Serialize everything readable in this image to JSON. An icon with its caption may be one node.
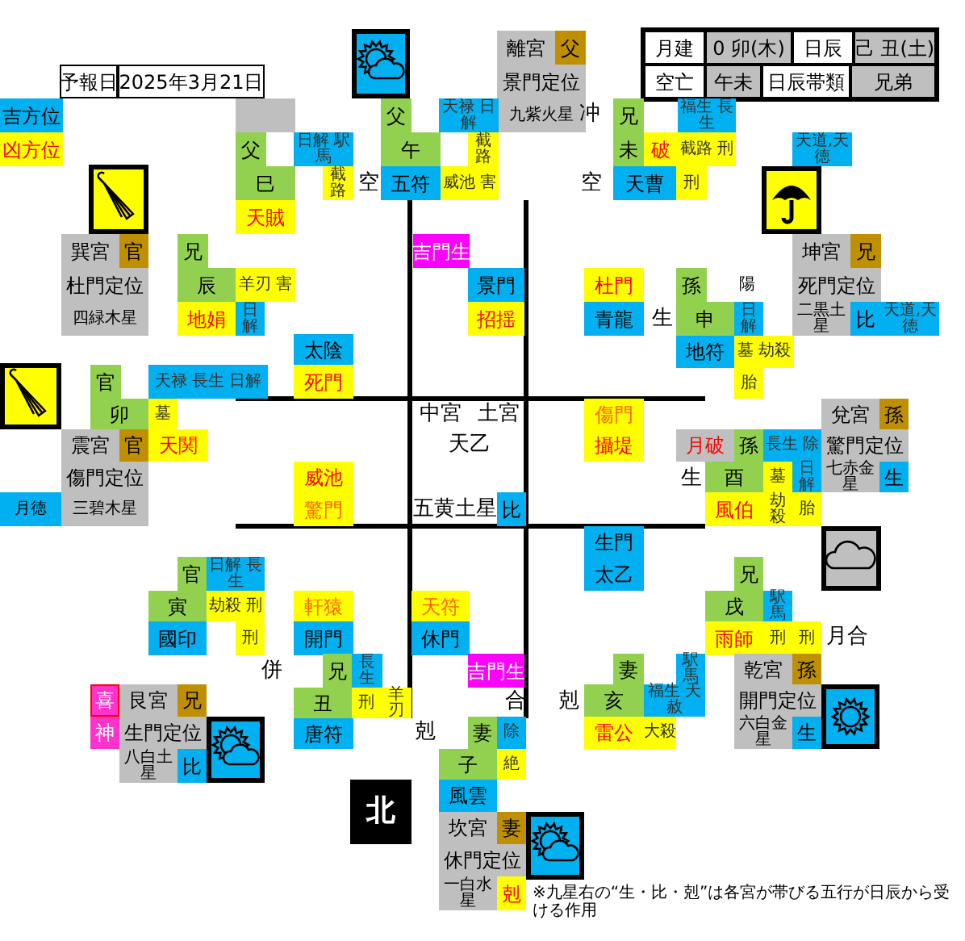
{
  "diagram": {
    "nodes": [
      {
        "text": [
          "予報日"
        ]
      },
      {
        "text": [
          "2025年3月21日"
        ]
      },
      {
        "text": [
          "月建"
        ]
      },
      {
        "text": [
          "0 卯(木)"
        ]
      },
      {
        "text": [
          "日辰"
        ]
      },
      {
        "text": [
          "己 丑(土)"
        ]
      },
      {
        "text": [
          "空亡"
        ]
      },
      {
        "text": [
          "午未"
        ]
      },
      {
        "text": [
          "日辰帯類"
        ]
      },
      {
        "text": [
          "兄弟"
        ]
      },
      {
        "text": [
          "離宮"
        ]
      },
      {
        "text": [
          "父"
        ]
      },
      {
        "text": [
          "景門定位"
        ]
      },
      {
        "text": [
          "九紫火星"
        ]
      },
      {
        "text": [
          "父"
        ]
      },
      {
        "text": [
          "天禄 日解"
        ]
      },
      {
        "text": [
          "午"
        ]
      },
      {
        "text": [
          "截路"
        ]
      },
      {
        "text": [
          "五符"
        ]
      },
      {
        "text": [
          "威池 害"
        ]
      },
      {
        "text": [
          "兄"
        ]
      },
      {
        "text": [
          "福生 長生"
        ]
      },
      {
        "text": [
          "未"
        ]
      },
      {
        "text": [
          "破"
        ]
      },
      {
        "text": [
          "截路 刑"
        ]
      },
      {
        "text": [
          "天曹"
        ]
      },
      {
        "text": [
          "刑"
        ]
      },
      {
        "text": [
          "吉方位"
        ]
      },
      {
        "text": [
          "凶方位"
        ]
      },
      {
        "text": [
          "父"
        ]
      },
      {
        "text": [
          "日解 駅馬"
        ]
      },
      {
        "text": [
          "巳"
        ]
      },
      {
        "text": [
          "截路"
        ]
      },
      {
        "text": [
          "天賊"
        ]
      },
      {
        "text": [
          "天道,天徳"
        ]
      },
      {
        "text": [
          "巽宮"
        ]
      },
      {
        "text": [
          "官"
        ]
      },
      {
        "text": [
          "杜門定位"
        ]
      },
      {
        "text": [
          "四緑木星"
        ]
      },
      {
        "text": [
          "兄"
        ]
      },
      {
        "text": [
          "辰"
        ]
      },
      {
        "text": [
          "羊刃 害"
        ]
      },
      {
        "text": [
          "地娟"
        ]
      },
      {
        "text": [
          "日解"
        ]
      },
      {
        "text": [
          "吉門生"
        ]
      },
      {
        "text": [
          "景門"
        ]
      },
      {
        "text": [
          "招揺"
        ]
      },
      {
        "text": [
          "杜門"
        ]
      },
      {
        "text": [
          "青龍"
        ]
      },
      {
        "text": [
          "孫"
        ]
      },
      {
        "text": [
          "申"
        ]
      },
      {
        "text": [
          "日解"
        ]
      },
      {
        "text": [
          "坤宮"
        ]
      },
      {
        "text": [
          "兄"
        ]
      },
      {
        "text": [
          "死門定位"
        ]
      },
      {
        "text": [
          "二黒土星"
        ]
      },
      {
        "text": [
          "比"
        ]
      },
      {
        "text": [
          "天道,天徳"
        ]
      },
      {
        "text": [
          "地符"
        ]
      },
      {
        "text": [
          "墓 劫殺"
        ]
      },
      {
        "text": [
          "胎"
        ]
      },
      {
        "text": [
          "太陰"
        ]
      },
      {
        "text": [
          "死門"
        ]
      },
      {
        "text": [
          "官"
        ]
      },
      {
        "text": [
          "天禄 長生 日解"
        ]
      },
      {
        "text": [
          "卯"
        ]
      },
      {
        "text": [
          "墓"
        ]
      },
      {
        "text": [
          "震宮"
        ]
      },
      {
        "text": [
          "官"
        ]
      },
      {
        "text": [
          "天関"
        ]
      },
      {
        "text": [
          "傷門定位"
        ]
      },
      {
        "text": [
          "月徳"
        ]
      },
      {
        "text": [
          "三碧木星"
        ]
      },
      {
        "text": [
          "傷門"
        ]
      },
      {
        "text": [
          "攝堤"
        ]
      },
      {
        "text": [
          "兌宮"
        ]
      },
      {
        "text": [
          "孫"
        ]
      },
      {
        "text": [
          "月破"
        ]
      },
      {
        "text": [
          "孫"
        ]
      },
      {
        "text": [
          "長生 除"
        ]
      },
      {
        "text": [
          "驚門定位"
        ]
      },
      {
        "text": [
          "酉"
        ]
      },
      {
        "text": [
          "墓"
        ]
      },
      {
        "text": [
          "日解"
        ]
      },
      {
        "text": [
          "七赤金星"
        ]
      },
      {
        "text": [
          "生"
        ]
      },
      {
        "text": [
          "威池"
        ]
      },
      {
        "text": [
          "驚門"
        ]
      },
      {
        "text": [
          "比"
        ]
      },
      {
        "text": [
          "風伯"
        ]
      },
      {
        "text": [
          "劫殺"
        ]
      },
      {
        "text": [
          "胎"
        ]
      },
      {
        "text": [
          "生門"
        ]
      },
      {
        "text": [
          "太乙"
        ]
      },
      {
        "text": [
          "官"
        ]
      },
      {
        "text": [
          "日解 長生"
        ]
      },
      {
        "text": [
          "寅"
        ]
      },
      {
        "text": [
          "劫殺 刑"
        ]
      },
      {
        "text": [
          "國印"
        ]
      },
      {
        "text": [
          "刑"
        ]
      },
      {
        "text": [
          "軒猿"
        ]
      },
      {
        "text": [
          "開門"
        ]
      },
      {
        "text": [
          "天符"
        ]
      },
      {
        "text": [
          "休門"
        ]
      },
      {
        "text": [
          "兄"
        ]
      },
      {
        "text": [
          "戌"
        ]
      },
      {
        "text": [
          "駅馬"
        ]
      },
      {
        "text": [
          "雨師"
        ]
      },
      {
        "text": [
          "刑"
        ]
      },
      {
        "text": [
          "刑"
        ]
      },
      {
        "text": [
          "兄"
        ]
      },
      {
        "text": [
          "長生"
        ]
      },
      {
        "text": [
          "丑"
        ]
      },
      {
        "text": [
          "刑"
        ]
      },
      {
        "text": [
          "羊刃"
        ]
      },
      {
        "text": [
          "唐符"
        ]
      },
      {
        "text": [
          "吉門生"
        ]
      },
      {
        "text": [
          "喜"
        ]
      },
      {
        "text": [
          "神"
        ]
      },
      {
        "text": [
          "艮宮"
        ]
      },
      {
        "text": [
          "兄"
        ]
      },
      {
        "text": [
          "生門定位"
        ]
      },
      {
        "text": [
          "八白土星"
        ]
      },
      {
        "text": [
          "比"
        ]
      },
      {
        "text": [
          "妻"
        ]
      },
      {
        "text": [
          "駅馬"
        ]
      },
      {
        "text": [
          "亥"
        ]
      },
      {
        "text": [
          "福生 天赦"
        ]
      },
      {
        "text": [
          "雷公"
        ]
      },
      {
        "text": [
          "大殺"
        ]
      },
      {
        "text": [
          "乾宮"
        ]
      },
      {
        "text": [
          "孫"
        ]
      },
      {
        "text": [
          "開門定位"
        ]
      },
      {
        "text": [
          "六白金星"
        ]
      },
      {
        "text": [
          "生"
        ]
      },
      {
        "text": [
          "妻"
        ]
      },
      {
        "text": [
          "除"
        ]
      },
      {
        "text": [
          "子"
        ]
      },
      {
        "text": [
          "絶"
        ]
      },
      {
        "text": [
          "風雲"
        ]
      },
      {
        "text": [
          "坎宮"
        ]
      },
      {
        "text": [
          "妻"
        ]
      },
      {
        "text": [
          "休門定位"
        ]
      },
      {
        "text": [
          "一白水星"
        ]
      },
      {
        "text": [
          "剋"
        ]
      },
      {
        "text": [
          "北"
        ]
      },
      {
        "text": [],
        "shape": "box"
      }
    ],
    "labels": [
      "冲",
      "空",
      "空",
      "陽",
      "生",
      "中宮",
      "土宮",
      "天乙",
      "五黄土星",
      "生",
      "月合",
      "併",
      "合",
      "剋",
      "剋",
      "※九星右の“生・比・剋”は各宮が帯びる五行が日辰から受ける作用"
    ]
  }
}
